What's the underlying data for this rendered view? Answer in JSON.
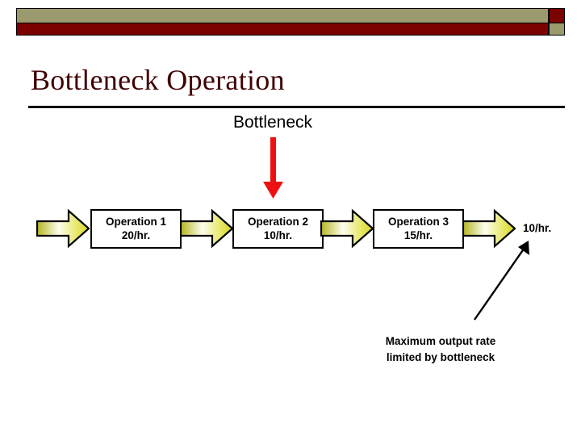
{
  "slide": {
    "title": "Bottleneck Operation",
    "bottleneck_label": "Bottleneck",
    "output_rate_label": "10/hr.",
    "caption_line1": "Maximum output rate",
    "caption_line2": "limited by bottleneck"
  },
  "banner": {
    "olive_color": "#9a9a6e",
    "dark_red_color": "#7b0000",
    "outline_color": "#000000"
  },
  "colors": {
    "title_maroon": "#3f0000",
    "arrow_red": "#ee1111",
    "flow_arrow_edge": "#b5b520",
    "flow_arrow_highlight": "#ffffff",
    "text_black": "#000000",
    "page_background": "#ffffff"
  },
  "process": {
    "operations": [
      {
        "name": "Operation 1",
        "rate": "20/hr."
      },
      {
        "name": "Operation 2",
        "rate": "10/hr."
      },
      {
        "name": "Operation 3",
        "rate": "15/hr."
      }
    ]
  }
}
